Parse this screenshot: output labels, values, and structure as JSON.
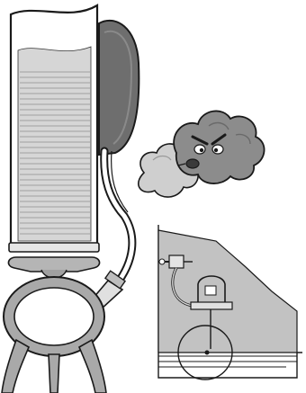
{
  "figure": {
    "type": "technical-illustration",
    "elements": [
      "cooling-column",
      "dark-reservoir-bag",
      "angry-cloud-character",
      "breath-puff",
      "flexible-hose",
      "nozzle-fitting",
      "oval-base-ring",
      "tripod-legs",
      "inset-panel-diagram"
    ],
    "colors": {
      "outline": "#1a1a1a",
      "light_gray": "#cfcfcf",
      "mid_gray": "#a9a9a9",
      "dark_gray": "#6e6e6e",
      "panel_gray": "#c2c2c2",
      "background": "#ffffff"
    }
  }
}
